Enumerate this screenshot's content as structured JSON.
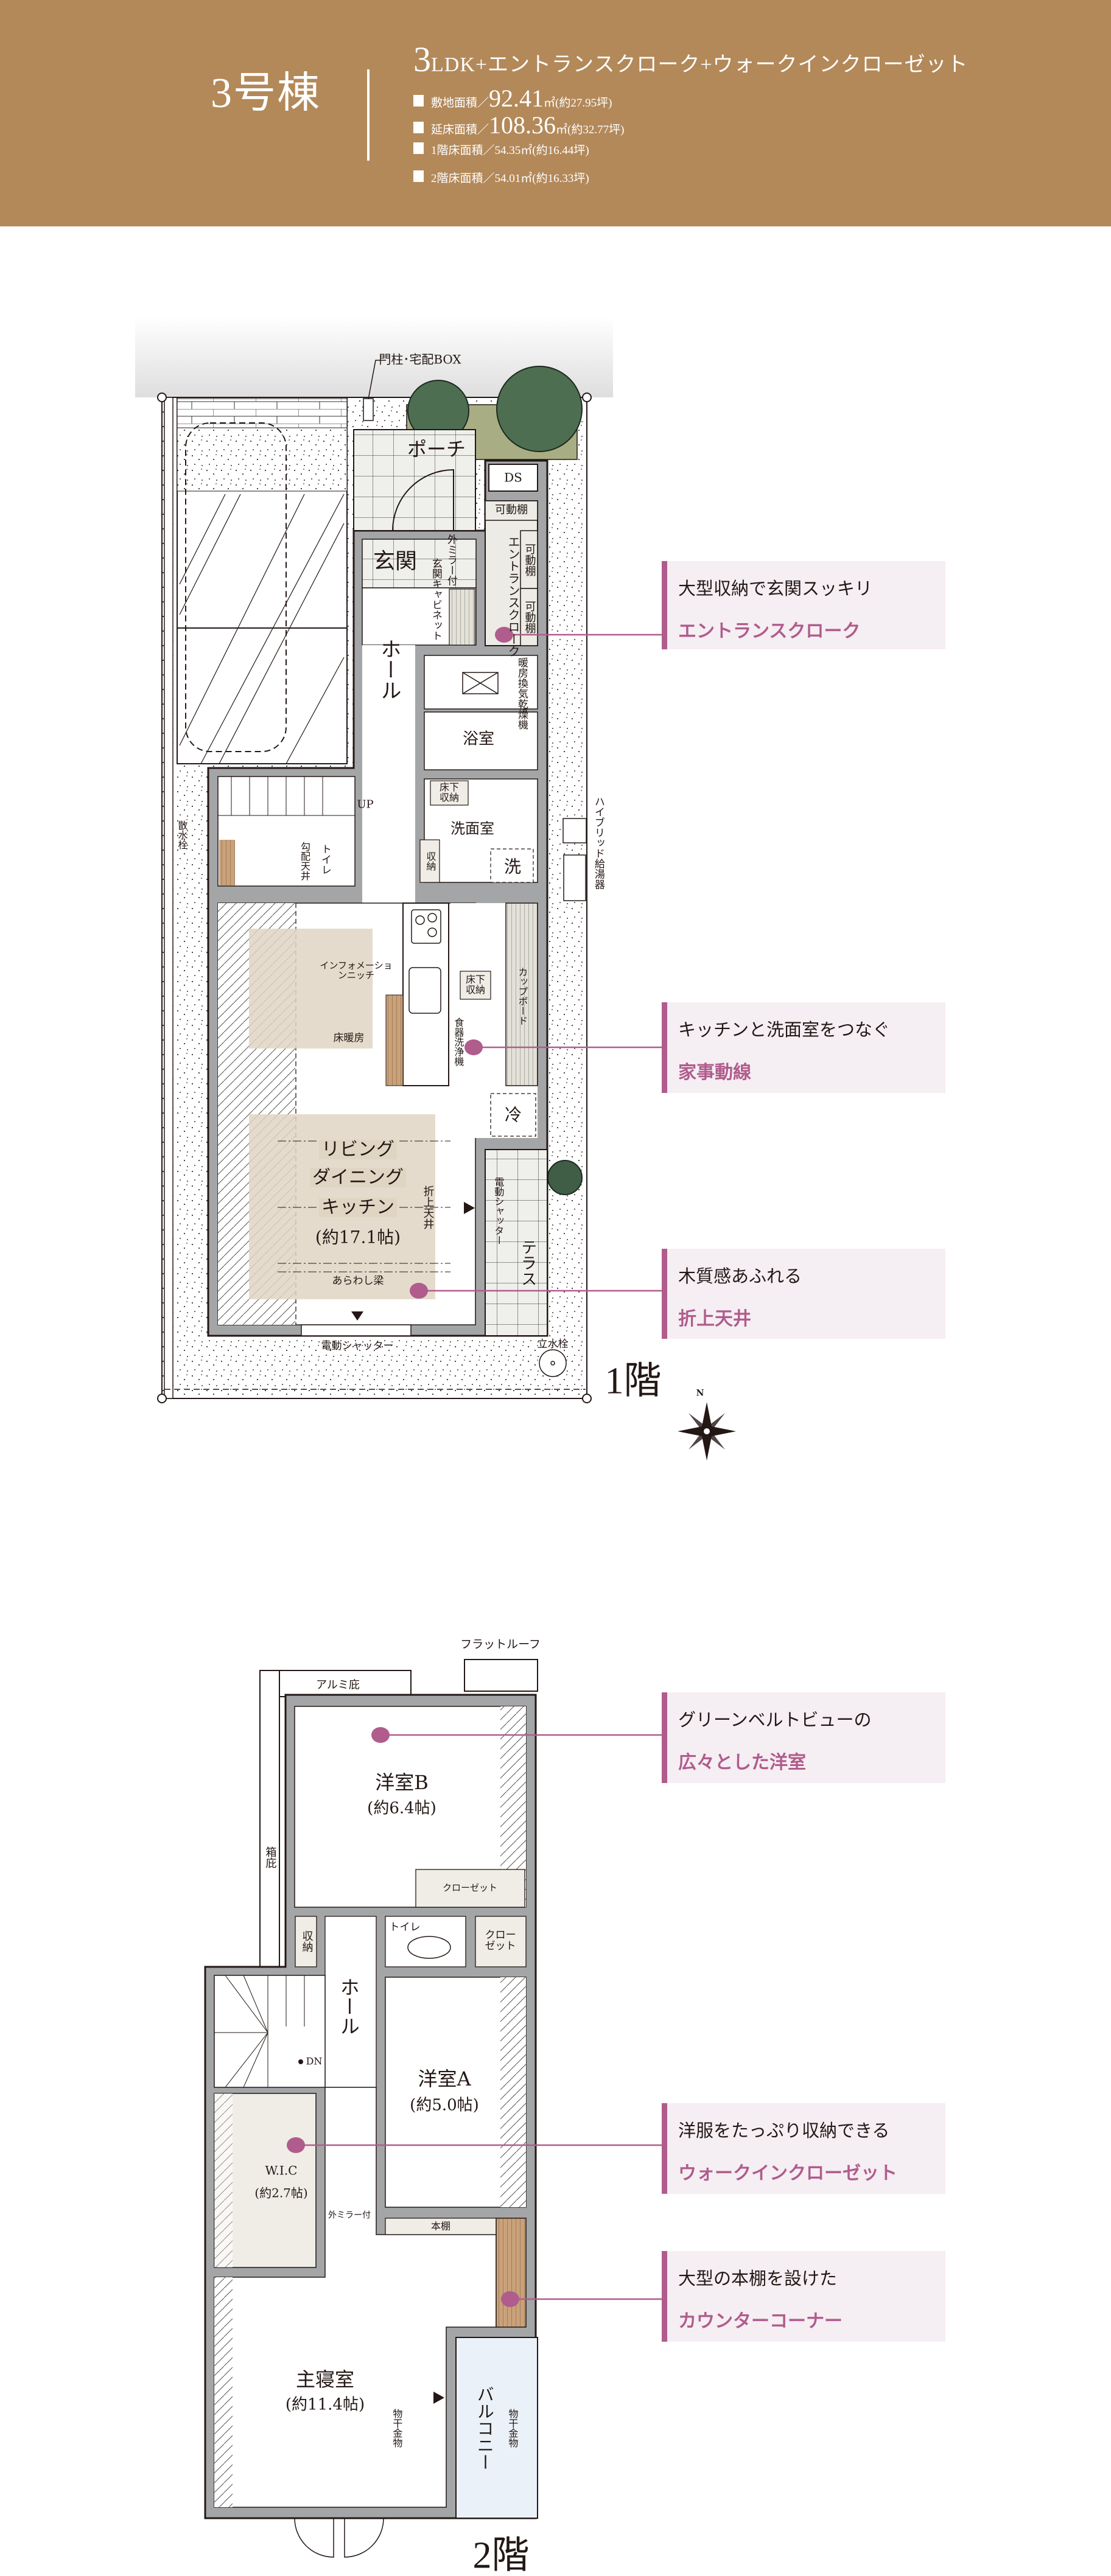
{
  "header": {
    "building": "3号棟",
    "plan_number": "3",
    "plan_type": "LDK+エントランスクローク+ウォークインクローゼット",
    "specs": [
      {
        "label": "敷地面積／",
        "value": "92.41",
        "unit": "㎡",
        "note": "(約27.95坪)"
      },
      {
        "label": "延床面積／",
        "value": "108.36",
        "unit": "㎡",
        "note": "(約32.77坪)"
      },
      {
        "text": "1階床面積／54.35㎡(約16.44坪)"
      },
      {
        "text": "2階床面積／54.01㎡(約16.33坪)"
      }
    ]
  },
  "floor1": {
    "title": "1階",
    "labels": {
      "gate_box": "門柱･宅配BOX",
      "porch": "ポーチ",
      "ds": "DS",
      "shelf_top": "可動棚",
      "entrance": "玄関",
      "outer_mirror": "外ミラー付",
      "entrance_cabinet": "玄関キャビネット",
      "entrance_cloak": "エントランスクローク",
      "shelf_1": "可動棚",
      "shelf_2": "可動棚",
      "hall": "ホール",
      "bath_dryer": "暖房換気乾燥機",
      "bathroom": "浴室",
      "underfloor_1": "床下収納",
      "washroom": "洗面室",
      "storage": "収納",
      "washer": "洗",
      "up": "UP",
      "sloped_ceiling": "勾配天井",
      "toilet": "トイレ",
      "sprinkler": "散水栓",
      "water_heater": "ハイブリッド給湯器",
      "info_niche": "インフォメーションニッチ",
      "floor_heating": "床暖房",
      "underfloor_2": "床下収納",
      "dishwasher": "食器洗浄機",
      "cupboard": "カップボード",
      "fridge": "冷",
      "ldk_1": "リビング",
      "ldk_2": "ダイニング",
      "ldk_3": "キッチン",
      "ldk_size": "(約17.1帖)",
      "coffered_ceiling": "折上天井",
      "shutter_side": "電動シャッター",
      "terrace": "テラス",
      "exposed_beam": "あらわし梁",
      "shutter_bottom": "電動シャッター",
      "faucet": "立水栓",
      "north": "N"
    }
  },
  "floor2": {
    "title": "2階",
    "labels": {
      "flat_roof": "フラットルーフ",
      "alumi_eave": "アルミ庇",
      "box_eave": "箱庇",
      "room_b": "洋室B",
      "room_b_size": "(約6.4帖)",
      "closet_b": "クローゼット",
      "storage": "収納",
      "toilet": "トイレ",
      "closet_small": "クローゼット",
      "hall": "ホール",
      "dn": "DN",
      "room_a": "洋室A",
      "room_a_size": "(約5.0帖)",
      "wic": "W.I.C",
      "wic_size": "(約2.7帖)",
      "outer_mirror": "外ミラー付",
      "bookshelf": "本棚",
      "master": "主寝室",
      "master_size": "(約11.4帖)",
      "drying_hardware_1": "物干金物",
      "balcony": "バルコニー",
      "drying_hardware_2": "物干金物"
    }
  },
  "callouts": [
    {
      "line1": "大型収納で玄関スッキリ",
      "line2": "エントランスクローク"
    },
    {
      "line1": "キッチンと洗面室をつなぐ",
      "line2": "家事動線"
    },
    {
      "line1": "木質感あふれる",
      "line2": "折上天井"
    },
    {
      "line1": "グリーンベルトビューの",
      "line2": "広々とした洋室"
    },
    {
      "line1": "洋服をたっぷり収納できる",
      "line2": "ウォークインクローゼット"
    },
    {
      "line1": "大型の本棚を設けた",
      "line2": "カウンターコーナー"
    }
  ],
  "colors": {
    "header_bg": "#b3895a",
    "accent": "#b05c8c",
    "callout_bg": "#f5eef3",
    "wall": "#a4a5a7"
  }
}
